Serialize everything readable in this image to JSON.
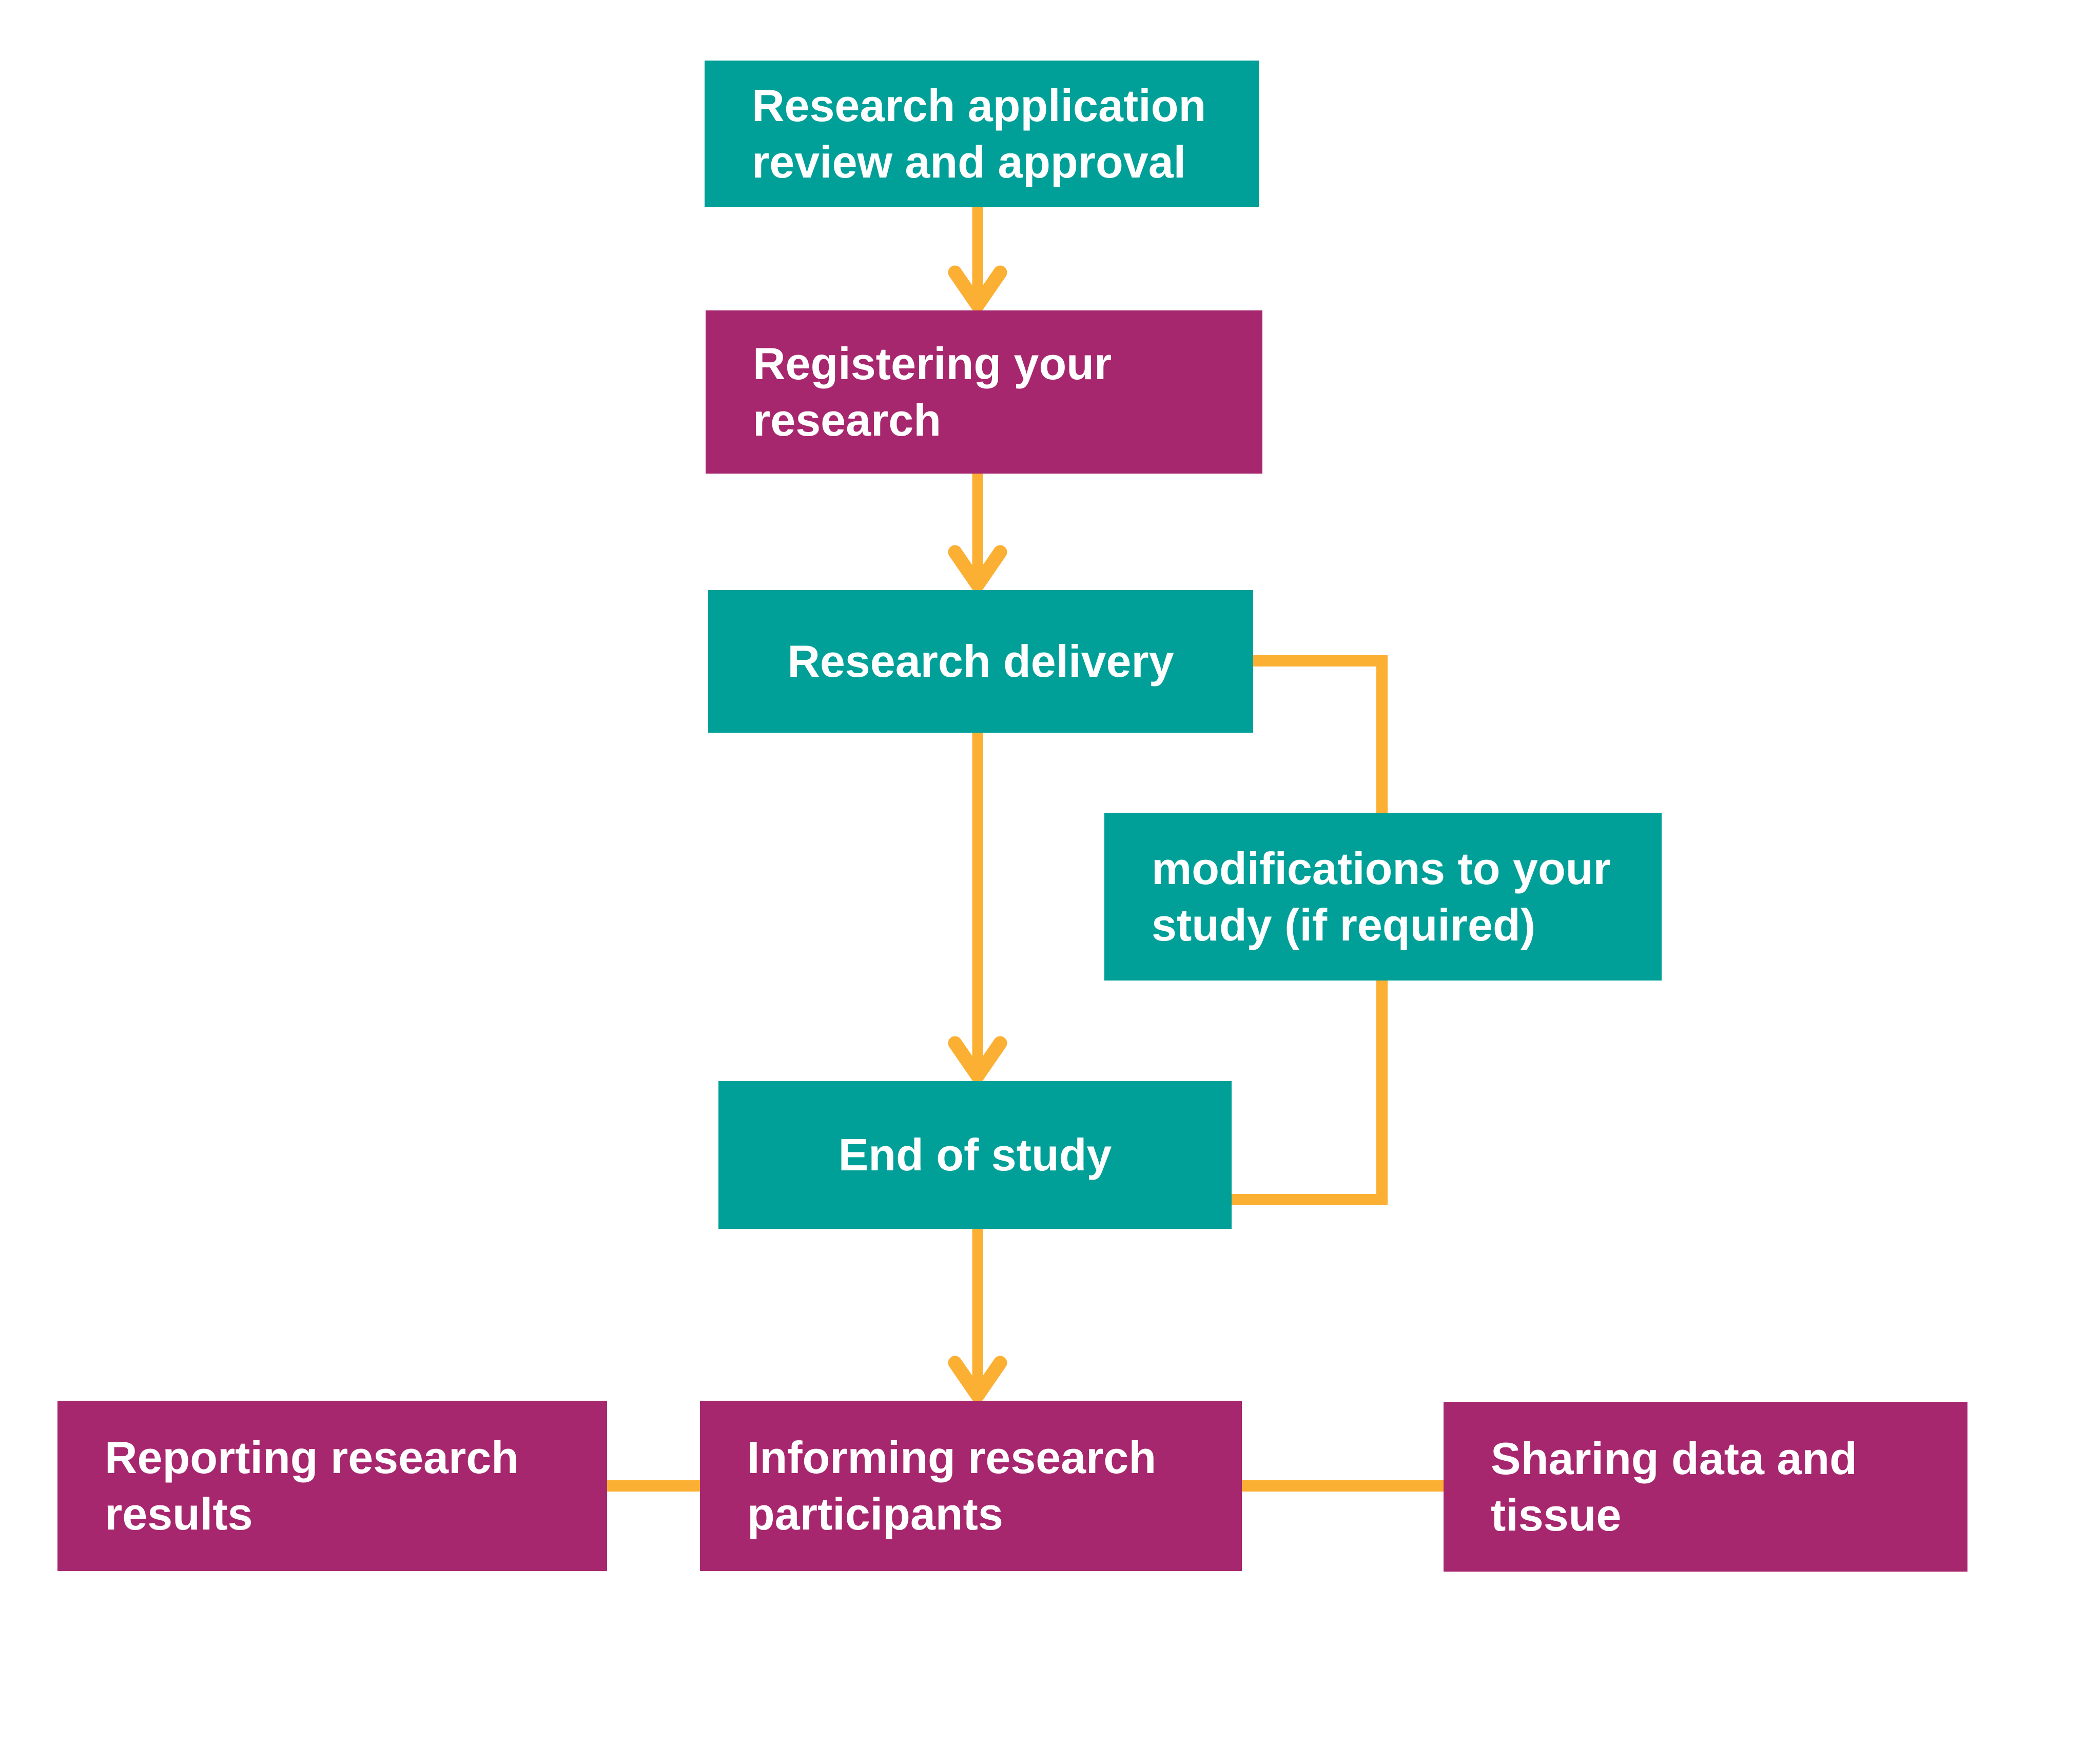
{
  "title": "Research process flowchart",
  "colors": {
    "teal": "#00A099",
    "magenta": "#A7276F",
    "arrow": "#FBB034",
    "text": "#FFFFFF",
    "background": "#FFFFFF"
  },
  "boxes": [
    {
      "id": "research-application",
      "color": "teal",
      "lines": [
        "Research application",
        "review and approval"
      ]
    },
    {
      "id": "registering",
      "color": "magenta",
      "lines": [
        "Registering your",
        "research"
      ]
    },
    {
      "id": "research-delivery",
      "color": "teal",
      "lines": [
        "Research delivery"
      ]
    },
    {
      "id": "modifications",
      "color": "teal",
      "lines": [
        "modifications to your",
        "study (if required)"
      ]
    },
    {
      "id": "end-of-study",
      "color": "teal",
      "lines": [
        "End of study"
      ]
    },
    {
      "id": "reporting",
      "color": "magenta",
      "lines": [
        "Reporting research",
        "results"
      ]
    },
    {
      "id": "informing",
      "color": "magenta",
      "lines": [
        "Informing research",
        "participants"
      ]
    },
    {
      "id": "sharing",
      "color": "magenta",
      "lines": [
        "Sharing data and",
        "tissue"
      ]
    }
  ],
  "flow": {
    "main_sequence": [
      "Research application review and approval",
      "Registering your research",
      "Research delivery",
      "End of study",
      "Informing research participants"
    ],
    "side_loop": "Research delivery -> modifications to your study (if required) -> End of study",
    "bottom_links": [
      "Informing research participants -> Reporting research results",
      "Informing research participants -> Sharing data and tissue"
    ]
  }
}
